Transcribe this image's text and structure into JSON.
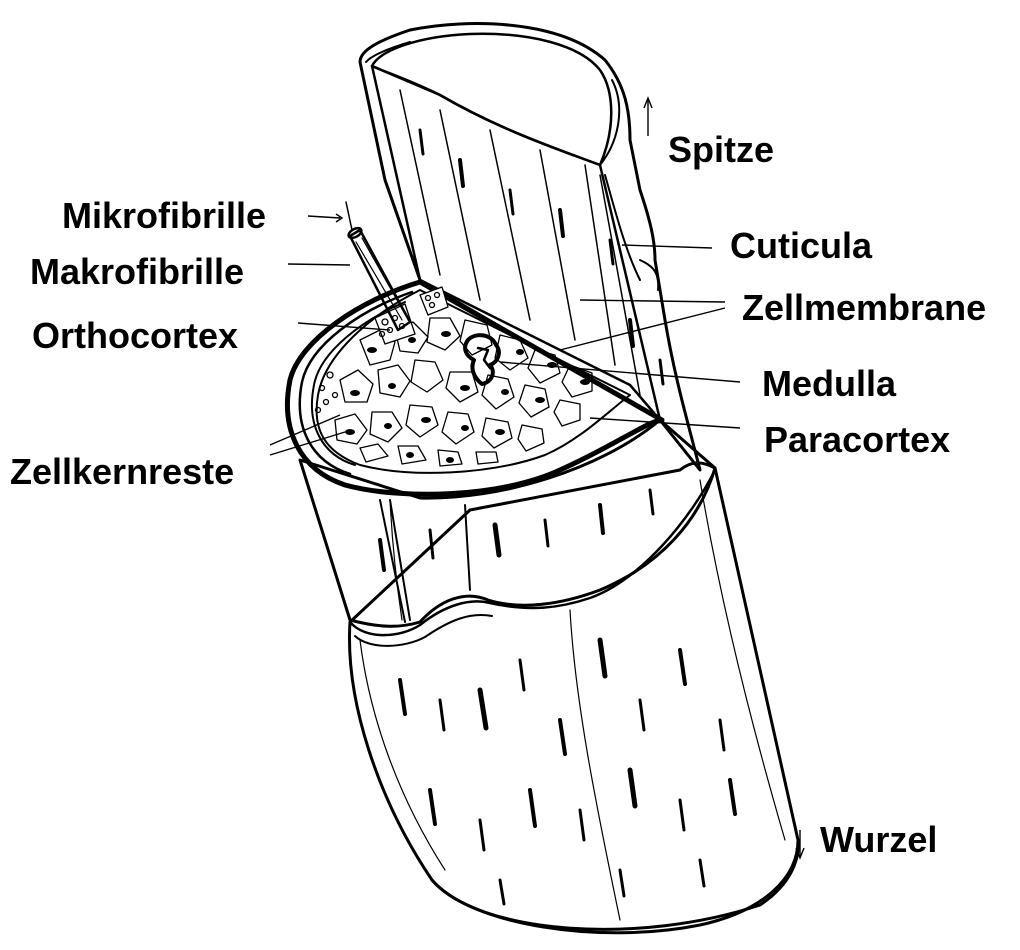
{
  "diagram": {
    "labels": {
      "mikrofibrille": "Mikrofibrille",
      "makrofibrille": "Makrofibrille",
      "orthocortex": "Orthocortex",
      "zellkernreste": "Zellkernreste",
      "spitze": "Spitze",
      "cuticula": "Cuticula",
      "zellmembrane": "Zellmembrane",
      "medulla": "Medulla",
      "paracortex": "Paracortex",
      "wurzel": "Wurzel"
    },
    "colors": {
      "ink": "#000000",
      "paper": "#ffffff"
    }
  }
}
